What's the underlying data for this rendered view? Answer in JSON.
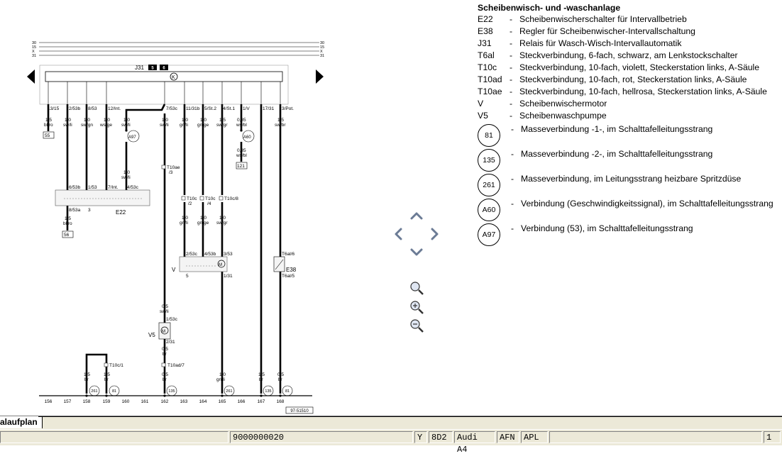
{
  "schematic": {
    "bus_labels": [
      "30",
      "15",
      "X",
      "31"
    ],
    "relay": {
      "name": "J31",
      "badges": [
        "5",
        "6"
      ]
    },
    "pins": [
      "13/15",
      "2/53b",
      "8/53",
      "12/Int.",
      "7/53c",
      "11/31b",
      "5/St.2",
      "4/St.1",
      "1/V",
      "17/31",
      "3/Pot."
    ],
    "wires_top": [
      {
        "size": "1,5",
        "color": "bl/ro"
      },
      {
        "size": "1,0",
        "color": "sw/li"
      },
      {
        "size": "1,0",
        "color": "sw/gn"
      },
      {
        "size": "1,0",
        "color": "ws/ge"
      },
      {
        "size": "1,0",
        "color": "sw/li"
      },
      {
        "size": "1,0",
        "color": "sw/li"
      },
      {
        "size": "1,0",
        "color": "gn/li"
      },
      {
        "size": "1,0",
        "color": "gn/ge"
      },
      {
        "size": "1,5",
        "color": "sw/gr"
      },
      {
        "size": "0,35",
        "color": "ws/bl"
      },
      {
        "size": "1,5",
        "color": "sw/br"
      }
    ],
    "box55": "55",
    "box121": "121",
    "box56": "56",
    "a97": "A97",
    "a60": "A60",
    "w_a97_down": {
      "size": "1,0",
      "color": "sw/li"
    },
    "w_a60_down": {
      "size": "0,35",
      "color": "ws/bl"
    },
    "e22": {
      "name": "E22",
      "pins_top": [
        "6/53b",
        "1/53",
        "7/Int.",
        "4/53c"
      ],
      "pins_bottom": [
        "8/53a",
        "3"
      ]
    },
    "w_56": {
      "size": "1,5",
      "color": "bl/ro"
    },
    "t10ae3": "T10ae",
    "t10ae3_sub": "/3",
    "t10c2": "T10c",
    "t10c2_sub": "/2",
    "t10c4": "T10c",
    "t10c4_sub": "/4",
    "t10c8": "T10c/8",
    "wires_mid": [
      {
        "size": "1,0",
        "color": "gn/li"
      },
      {
        "size": "1,0",
        "color": "gn/ge"
      },
      {
        "size": "1,0",
        "color": "sw/gr"
      }
    ],
    "motor_v": {
      "name": "V",
      "pins_top": [
        "2/53c",
        "4/53b",
        "3/53"
      ],
      "pin_left": "5",
      "pin_right": "1/31"
    },
    "e38": {
      "name": "E38",
      "pin_top": "T6al/6",
      "pin_bottom": "T6al/5"
    },
    "w_v5_in": {
      "size": "0,5",
      "color": "sw/li"
    },
    "v5": {
      "name": "V5",
      "pin_top": "1/53c",
      "pin_bottom": "2/31"
    },
    "w_v5_out": {
      "size": "0,5",
      "color": "br"
    },
    "t10ad7": "T10ad/7",
    "t10c1": "T10c/1",
    "w_bottom": [
      {
        "size": "1,5",
        "color": "br"
      },
      {
        "size": "1,5",
        "color": "br"
      },
      {
        "size": "0,5",
        "color": "br"
      },
      {
        "size": "1,0",
        "color": "gn/li"
      },
      {
        "size": "1,5",
        "color": "br"
      },
      {
        "size": "0,5",
        "color": "br"
      }
    ],
    "grounds": [
      "261",
      "81",
      "135",
      "261",
      "135",
      "81"
    ],
    "tracks": [
      "156",
      "157",
      "158",
      "159",
      "160",
      "161",
      "162",
      "163",
      "164",
      "165",
      "166",
      "167",
      "168"
    ],
    "ref": "97-51510"
  },
  "legend": {
    "title": "Scheibenwisch- und -waschanlage",
    "dash": "-",
    "items": [
      {
        "code": "E22",
        "desc": "Scheibenwischerschalter für Intervallbetrieb"
      },
      {
        "code": "E38",
        "desc": "Regler für Scheibenwischer-Intervallschaltung"
      },
      {
        "code": "J31",
        "desc": "Relais für Wasch-Wisch-Intervallautomatik"
      },
      {
        "code": "T6al",
        "desc": "Steckverbindung, 6-fach, schwarz, am Lenkstockschalter"
      },
      {
        "code": "T10c",
        "desc": "Steckverbindung, 10-fach, violett, Steckerstation links, A-Säule"
      },
      {
        "code": "T10ad",
        "desc": "Steckverbindung, 10-fach, rot, Steckerstation links, A-Säule"
      },
      {
        "code": "T10ae",
        "desc": "Steckverbindung, 10-fach, hellrosa, Steckerstation links, A-Säule"
      },
      {
        "code": "V",
        "desc": "Scheibenwischermotor"
      },
      {
        "code": "V5",
        "desc": "Scheibenwaschpumpe"
      }
    ],
    "circles": [
      {
        "code": "81",
        "desc": "Masseverbindung -1-, im Schalttafelleitungsstrang"
      },
      {
        "code": "135",
        "desc": "Masseverbindung -2-, im Schalttafelleitungsstrang"
      },
      {
        "code": "261",
        "desc": "Masseverbindung, im Leitungsstrang heizbare Spritzdüse"
      },
      {
        "code": "A60",
        "desc": "Verbindung (Geschwindigkeitssignal), im Schalttafelleitungsstrang"
      },
      {
        "code": "A97",
        "desc": "Verbindung (53), im Schalttafelleitungsstrang"
      }
    ]
  },
  "tab": {
    "label": "alaufplan"
  },
  "status": {
    "cells": [
      "9000000020",
      "Y",
      "8D2",
      "Audi A4",
      "AFN",
      "APL",
      "1"
    ]
  }
}
